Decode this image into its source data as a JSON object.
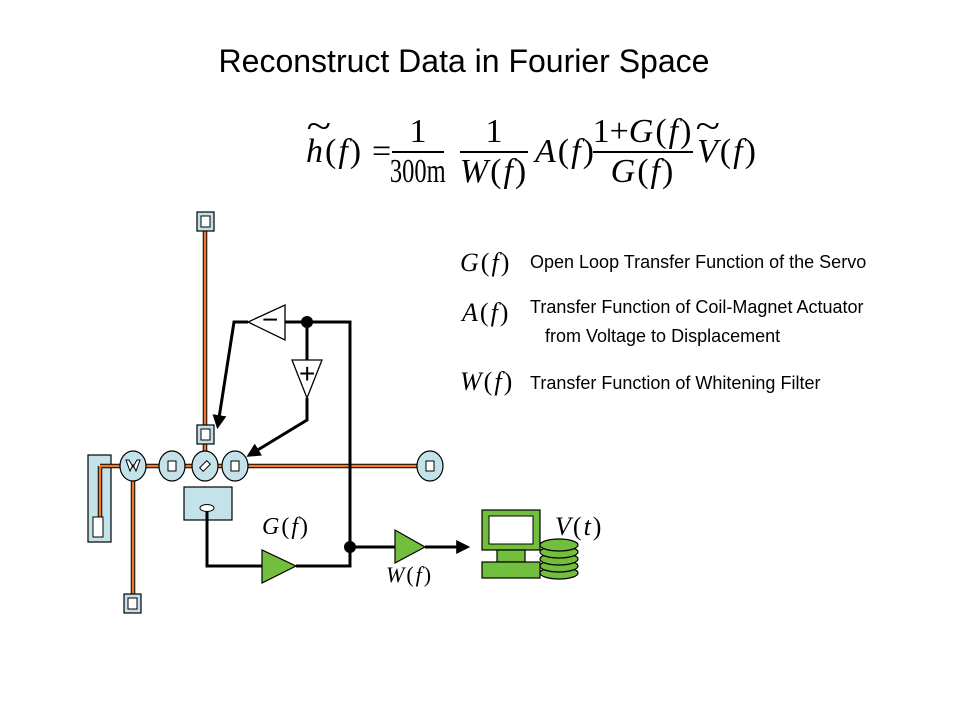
{
  "title": "Reconstruct Data in Fourier Space",
  "equation": {
    "lhs": {
      "accent": "~",
      "expr": "h(f)"
    },
    "equals": "=",
    "frac1": {
      "num": "1",
      "den": "300m"
    },
    "frac2": {
      "num": "1",
      "den": "W(f)"
    },
    "actuator": "A(f)",
    "frac3": {
      "num": "1+G(f)",
      "den": "G(f)"
    },
    "rhs": {
      "accent": "~",
      "expr": "V(f)"
    }
  },
  "legend": [
    {
      "symbol": "G(f)",
      "lines": [
        "Open Loop Transfer Function of the Servo"
      ]
    },
    {
      "symbol": "A(f)",
      "lines": [
        "Transfer Function of Coil-Magnet Actuator",
        "from Voltage to Displacement"
      ]
    },
    {
      "symbol": "W(f)",
      "lines": [
        "Transfer Function of Whitening Filter"
      ]
    }
  ],
  "diagram": {
    "labels": {
      "servo": "G(f)",
      "whitening": "W(f)",
      "signal": "V(t)"
    },
    "ops": {
      "minus": "−",
      "plus": "+"
    },
    "colors": {
      "beam": "#ee7a2c",
      "optic": "#c4e2ea",
      "electronics": "#72bf3e"
    },
    "icons": [
      "mirror-icon",
      "beam-splitter-icon",
      "photodetector-icon",
      "amplifier-icon",
      "computer-icon",
      "disk-stack-icon"
    ]
  }
}
